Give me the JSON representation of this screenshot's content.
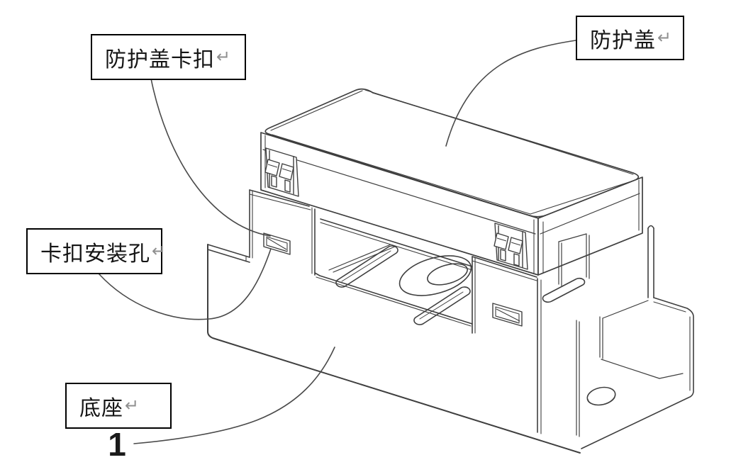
{
  "diagram": {
    "title": "protective-cover-assembly-drawing",
    "labels": [
      {
        "id": "cover-clip",
        "text": "防护盖卡扣",
        "mark": "↵"
      },
      {
        "id": "protective-cover",
        "text": "防护盖",
        "mark": "↵"
      },
      {
        "id": "clip-mounting-hole",
        "text": "卡扣安装孔",
        "mark": "↵"
      },
      {
        "id": "base",
        "text": "底座",
        "mark": "↵"
      }
    ],
    "part_number": "1",
    "colors": {
      "background": "#ffffff",
      "line": "#3f3f3f",
      "leader": "#4a4a4a",
      "label_border": "#000000",
      "return_mark": "#8f8f8f"
    }
  }
}
